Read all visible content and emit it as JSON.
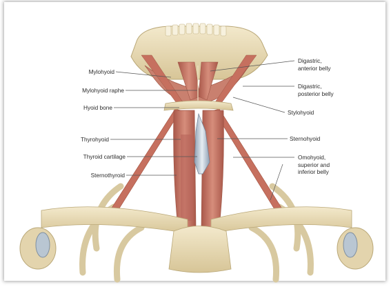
{
  "labels": {
    "left": {
      "mylohyoid": "Mylohyoid",
      "mylohyoid_raphe": "Mylohyoid raphe",
      "hyoid_bone": "Hyoid bone",
      "thyrohyoid": "Thyrohyoid",
      "thyroid_cartilage": "Thyroid cartilage",
      "sternothyroid": "Sternothyroid"
    },
    "right": {
      "digastric_anterior_1": "Digastric,",
      "digastric_anterior_2": "anterior belly",
      "digastric_posterior_1": "Digastric,",
      "digastric_posterior_2": "posterior belly",
      "stylohyoid": "Stylohyoid",
      "sternohyoid": "Sternohyoid",
      "omohyoid_1": "Omohyoid,",
      "omohyoid_2": "superior and",
      "omohyoid_3": "inferior belly"
    }
  },
  "colors": {
    "bone": "#e9dcb8",
    "bone_shadow": "#cdbb8e",
    "muscle": "#c97a6a",
    "muscle_dark": "#a8574a",
    "cartilage": "#b9c6d2",
    "leader_line": "#555555"
  }
}
